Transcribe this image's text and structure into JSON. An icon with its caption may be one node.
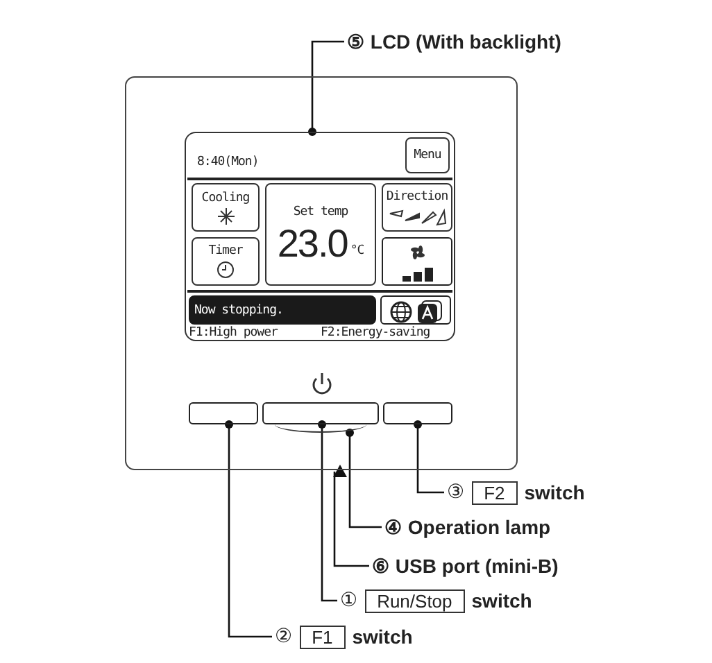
{
  "diagram": {
    "nodes": [
      {
        "text": [
          "⑤ LCD (With backlight)"
        ]
      },
      {
        "text": [],
        "shape": "box"
      },
      {
        "text": [
          "Menu"
        ],
        "in": 1
      },
      {
        "text": [
          "Cooling"
        ],
        "in": 1
      },
      {
        "text": [
          "Set temp",
          "23.0",
          "°C"
        ],
        "in": 1
      },
      {
        "text": [
          "Direction"
        ],
        "in": 1
      },
      {
        "text": [
          "Timer"
        ],
        "in": 1
      },
      {
        "text": [],
        "shape": "box",
        "in": 1
      },
      {
        "text": [
          "Now stopping."
        ],
        "in": 1
      },
      {
        "text": [],
        "shape": "box",
        "in": 1
      },
      {
        "text": [],
        "shape": "box"
      },
      {
        "text": [],
        "shape": "box"
      },
      {
        "text": [],
        "shape": "box"
      },
      {
        "text": [],
        "shape": "arc"
      },
      {
        "text": [
          "③",
          "F2",
          "switch"
        ]
      },
      {
        "text": [
          "④ Operation lamp"
        ]
      },
      {
        "text": [
          "⑥ USB port (mini-B)"
        ]
      },
      {
        "text": [
          "①",
          "Run/Stop",
          "switch"
        ]
      },
      {
        "text": [
          "②",
          "F1",
          "switch"
        ]
      }
    ],
    "edges": [
      {
        "from": 0,
        "to": 1,
        "arrow": "other"
      },
      {
        "from": 14,
        "to": 12,
        "arrow": "other"
      },
      {
        "from": 15,
        "to": 13,
        "arrow": "other"
      },
      {
        "from": 16,
        "to": null,
        "arrow": "to"
      },
      {
        "from": 17,
        "to": 11,
        "arrow": "other"
      },
      {
        "from": 18,
        "to": 10,
        "arrow": "other"
      }
    ],
    "labels": [
      "8:40(Mon)",
      "F1:High power",
      "F2:Energy-saving"
    ]
  }
}
